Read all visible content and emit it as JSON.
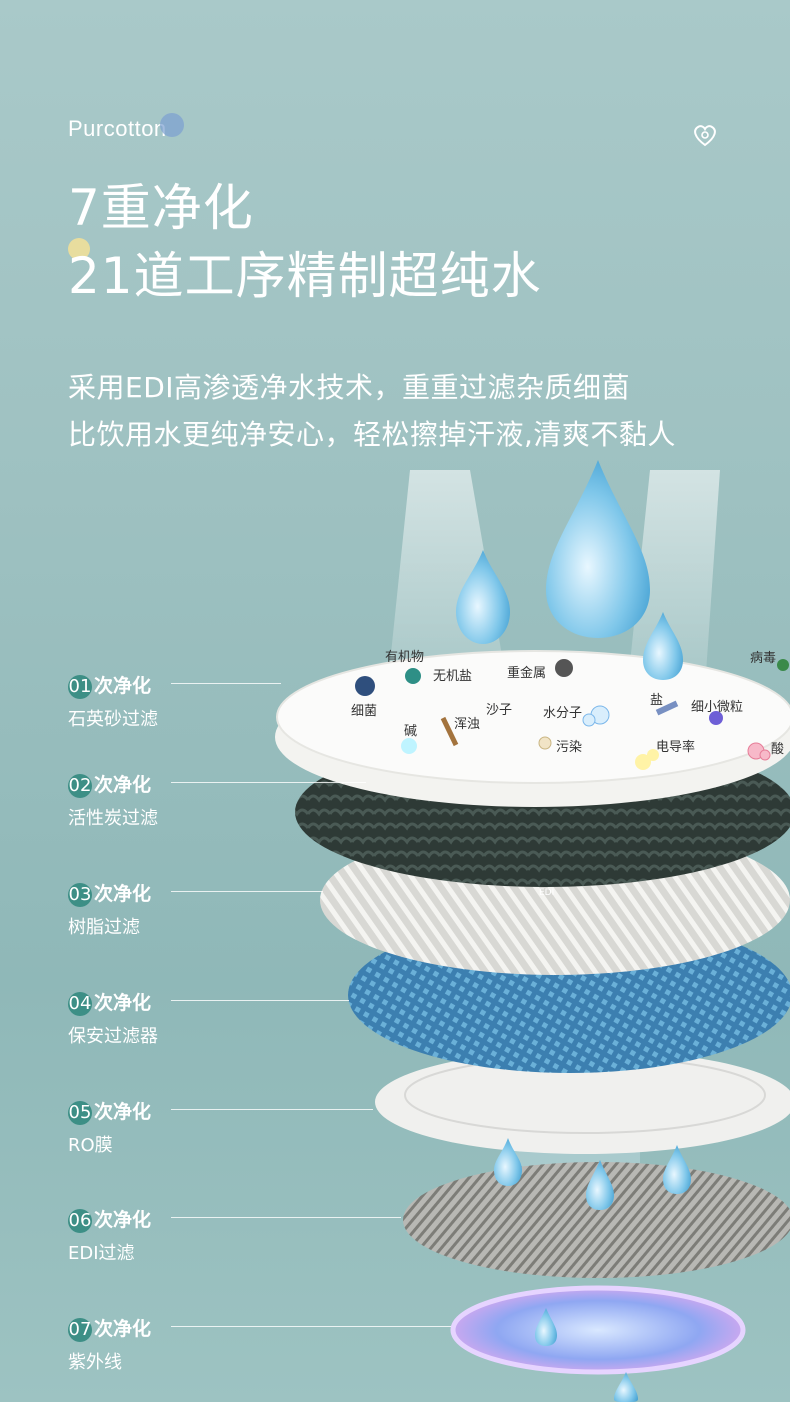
{
  "brand": {
    "name": "Purcotton"
  },
  "icons": {
    "corner": "heart-cloud-icon"
  },
  "headline": {
    "line1": "7重净化",
    "line2": "21道工序精制超纯水"
  },
  "description": {
    "line1": "采用EDI高渗透净水技术，重重过滤杂质细菌",
    "line2": "比饮用水更纯净安心，轻松擦掉汗液,清爽不黏人"
  },
  "steps": [
    {
      "num": "01",
      "title": "次净化",
      "sub": "石英砂过滤"
    },
    {
      "num": "02",
      "title": "次净化",
      "sub": "活性炭过滤"
    },
    {
      "num": "03",
      "title": "次净化",
      "sub": "树脂过滤"
    },
    {
      "num": "04",
      "title": "次净化",
      "sub": "保安过滤器"
    },
    {
      "num": "05",
      "title": "次净化",
      "sub": "RO膜"
    },
    {
      "num": "06",
      "title": "次净化",
      "sub": "EDI过滤"
    },
    {
      "num": "07",
      "title": "次净化",
      "sub": "紫外线"
    }
  ],
  "impurities": {
    "organic": "有机物",
    "inorganic_salt": "无机盐",
    "heavy_metal": "重金属",
    "virus": "病毒",
    "bacteria": "细菌",
    "alkali": "碱",
    "turbidity": "浑浊",
    "sand": "沙子",
    "water_molecule": "水分子",
    "salt": "盐",
    "fine_particles": "细小微粒",
    "pollution": "污染",
    "conductivity": "电导率",
    "acid": "酸"
  },
  "edi_label": "EDI",
  "colors": {
    "accent": "#3d8f86",
    "background": "#9ec1c1",
    "water": "#5fb7e3"
  }
}
